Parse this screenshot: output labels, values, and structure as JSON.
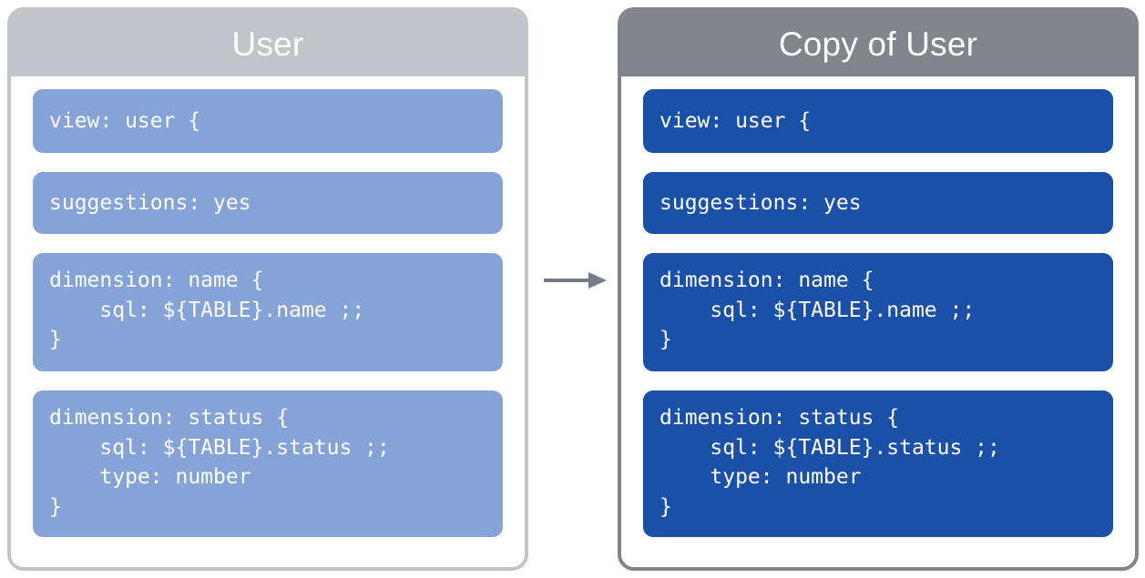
{
  "diagram": {
    "type": "copy-transformation",
    "arrow": {
      "icon": "arrow-right-icon",
      "color": "#767c85",
      "direction": "left-to-right"
    },
    "panels": [
      {
        "id": "source",
        "title": "User",
        "header_color": "#c1c5c8",
        "border_color": "#c1c5c8",
        "block_color": "#85a3d7",
        "blocks": [
          {
            "id": "view",
            "code": "view: user {"
          },
          {
            "id": "suggestions",
            "code": "suggestions: yes"
          },
          {
            "id": "dimension-name",
            "code": "dimension: name {\n    sql: ${TABLE}.name ;;\n}"
          },
          {
            "id": "dimension-status",
            "code": "dimension: status {\n    sql: ${TABLE}.status ;;\n    type: number\n}"
          }
        ]
      },
      {
        "id": "copy",
        "title": "Copy of User",
        "header_color": "#80858c",
        "border_color": "#80858c",
        "block_color": "#1b50a8",
        "blocks": [
          {
            "id": "view",
            "code": "view: user {"
          },
          {
            "id": "suggestions",
            "code": "suggestions: yes"
          },
          {
            "id": "dimension-name",
            "code": "dimension: name {\n    sql: ${TABLE}.name ;;\n}"
          },
          {
            "id": "dimension-status",
            "code": "dimension: status {\n    sql: ${TABLE}.status ;;\n    type: number\n}"
          }
        ]
      }
    ]
  }
}
